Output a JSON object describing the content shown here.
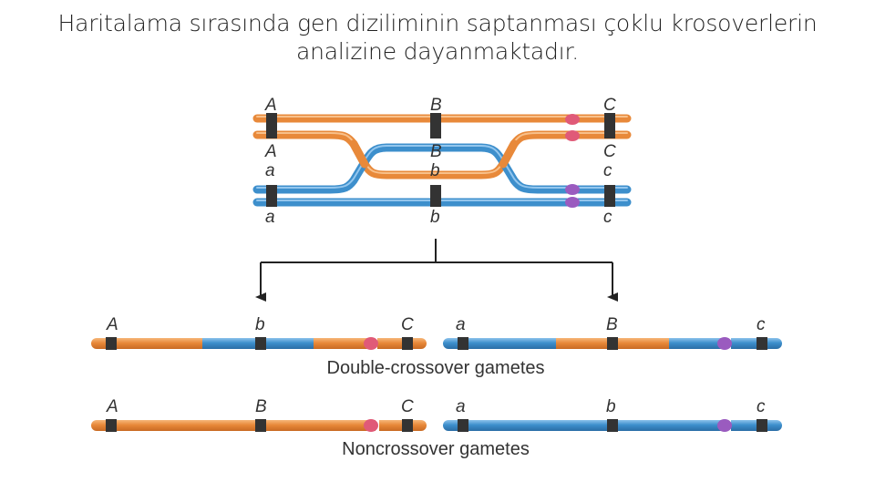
{
  "title": {
    "line1": "Haritalama sırasında gen diziliminin saptanması çoklu krosoverlerin",
    "line2": "analizine dayanmaktadır."
  },
  "diagram": {
    "top_labels": {
      "strand1": [
        "A",
        "B",
        "C"
      ],
      "strand2": [
        "A",
        "B",
        "C"
      ],
      "strand3": [
        "a",
        "b",
        "c"
      ],
      "strand4": [
        "a",
        "b",
        "c"
      ]
    },
    "double_crossover": {
      "left": [
        "A",
        "b",
        "C"
      ],
      "right": [
        "a",
        "B",
        "c"
      ],
      "caption": "Double-crossover gametes"
    },
    "noncrossover": {
      "left": [
        "A",
        "B",
        "C"
      ],
      "right": [
        "a",
        "b",
        "c"
      ],
      "caption": "Noncrossover gametes"
    },
    "colors": {
      "orange": "#e8893a",
      "blue": "#3d8fcc",
      "band": "#333333",
      "centromere_pink": "#e05a78",
      "centromere_purple": "#9a5bbf"
    }
  }
}
